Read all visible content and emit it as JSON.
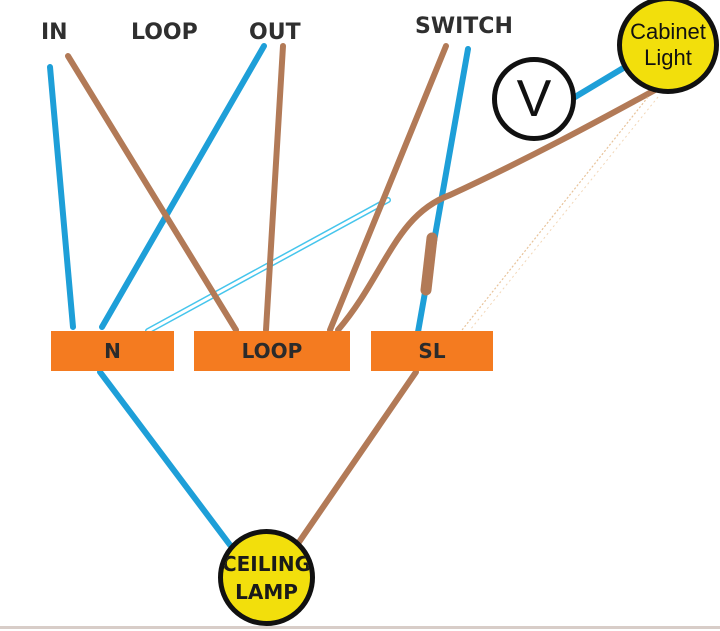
{
  "labels": {
    "in": "IN",
    "loop": "LOOP",
    "out": "OUT",
    "switch": "SWITCH"
  },
  "terminals": {
    "neutral": "N",
    "loop": "LOOP",
    "switched_live": "SL"
  },
  "devices": {
    "cabinet_light": [
      "Cabinet",
      "Light"
    ],
    "ceiling_lamp": [
      "CEILING",
      "LAMP"
    ],
    "voltmeter": "V"
  },
  "colors": {
    "neutral_wire": "#1e9fd8",
    "live_wire": "#b27a57",
    "terminal_block": "#f47b20",
    "lamp_fill": "#f2df0c",
    "outline": "#111111"
  }
}
